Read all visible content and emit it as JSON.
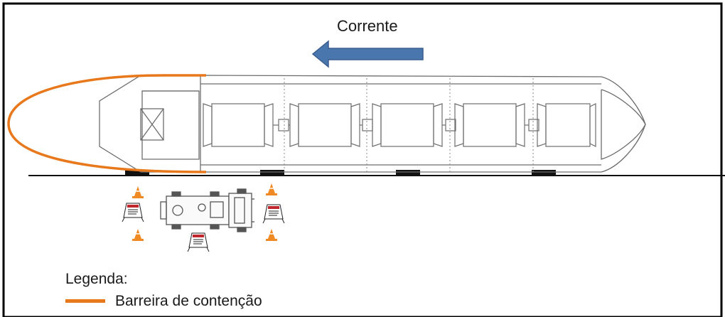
{
  "current": {
    "label": "Corrente"
  },
  "legend": {
    "title": "Legenda:",
    "item_label": "Barreira de contenção"
  },
  "colors": {
    "frame": "#000000",
    "barrier": "#e8781c",
    "arrow": "#4a76ae",
    "arrow_stroke": "#3b5f8f",
    "vessel_stroke": "#6d6d6d",
    "ground": "#111111",
    "cone": "#f08a24"
  },
  "icons": {
    "current_arrow": "arrow-left-icon",
    "cone": "traffic-cone-icon",
    "sign": "warning-sign-icon",
    "truck": "vacuum-truck-icon"
  }
}
